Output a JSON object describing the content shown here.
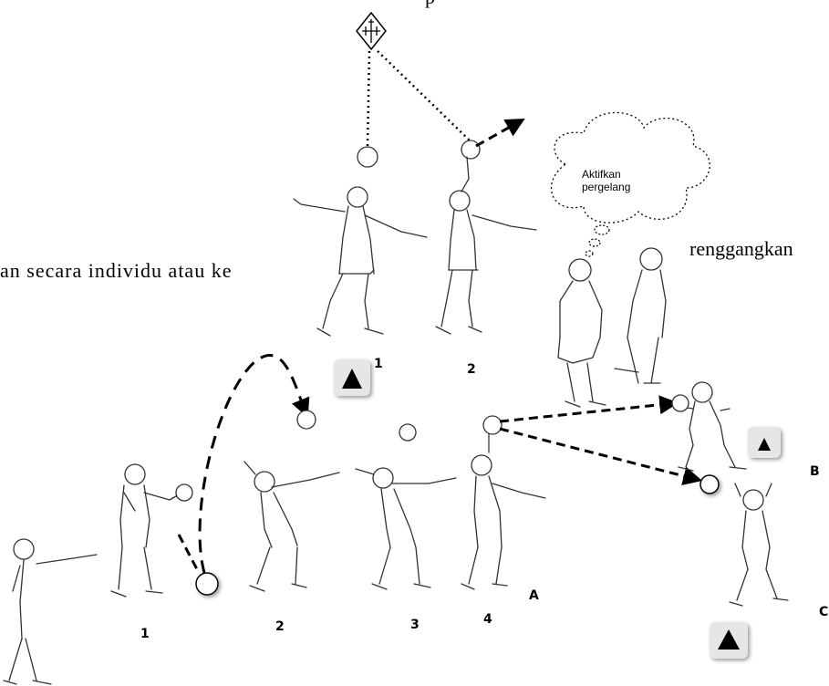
{
  "background_text": {
    "line_top": "p",
    "line_left": "an  secara  individu  atau  ke",
    "line_right": "renggangkan"
  },
  "cloud": {
    "text": "Aktifkan pergelang"
  },
  "labels": {
    "top_row": [
      "1",
      "2"
    ],
    "bottom_row": [
      "1",
      "2",
      "3",
      "4"
    ],
    "groups": [
      "A",
      "B",
      "C"
    ]
  },
  "colors": {
    "ink": "#000000",
    "ball": "#ffffff",
    "cone_bg": "#e6e6e6"
  },
  "icons": [
    "target-marker-icon",
    "cone-marker-icon",
    "ball-icon"
  ]
}
